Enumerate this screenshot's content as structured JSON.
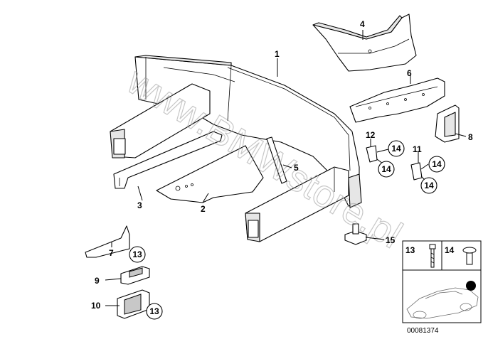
{
  "diagram": {
    "watermark": "www.BMWstore.pl",
    "catalog_number": "00081374",
    "callouts": [
      {
        "id": "1",
        "text": "1"
      },
      {
        "id": "2",
        "text": "2"
      },
      {
        "id": "3",
        "text": "3"
      },
      {
        "id": "4",
        "text": "4"
      },
      {
        "id": "5",
        "text": "5"
      },
      {
        "id": "6",
        "text": "6"
      },
      {
        "id": "7",
        "text": "7"
      },
      {
        "id": "8",
        "text": "8"
      },
      {
        "id": "9",
        "text": "9"
      },
      {
        "id": "10",
        "text": "10"
      },
      {
        "id": "11",
        "text": "11"
      },
      {
        "id": "12",
        "text": "12"
      },
      {
        "id": "15",
        "text": "15"
      }
    ],
    "circled": [
      {
        "text": "14"
      },
      {
        "text": "14"
      },
      {
        "text": "14"
      },
      {
        "text": "14"
      },
      {
        "text": "13"
      },
      {
        "text": "13"
      }
    ],
    "legend": {
      "left_label": "13",
      "right_label": "14"
    }
  }
}
